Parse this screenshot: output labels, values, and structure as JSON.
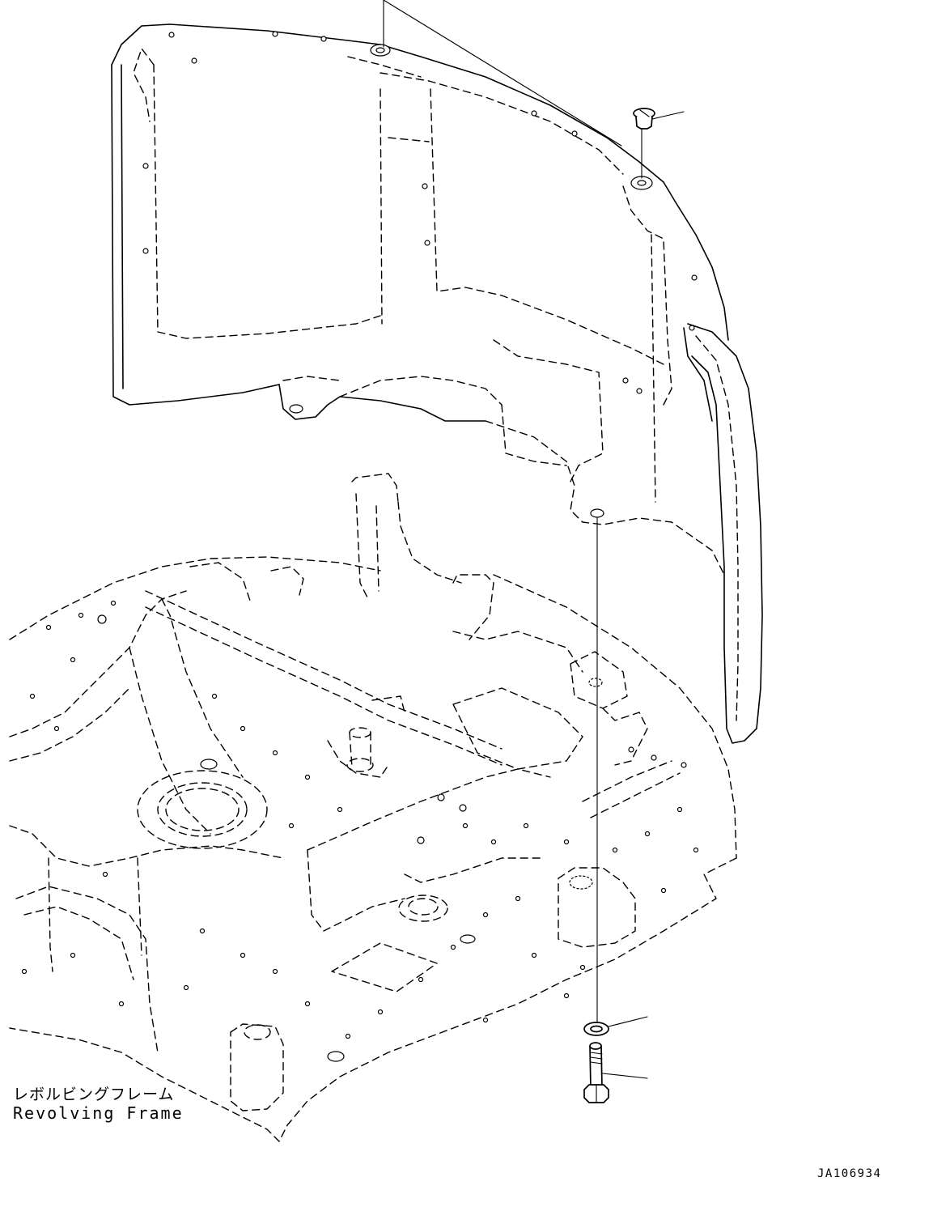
{
  "labels": {
    "component_jp": "レボルビングフレーム",
    "component_en": "Revolving Frame",
    "drawing_number": "JA106934"
  },
  "colors": {
    "line": "#000000",
    "background": "#ffffff"
  }
}
